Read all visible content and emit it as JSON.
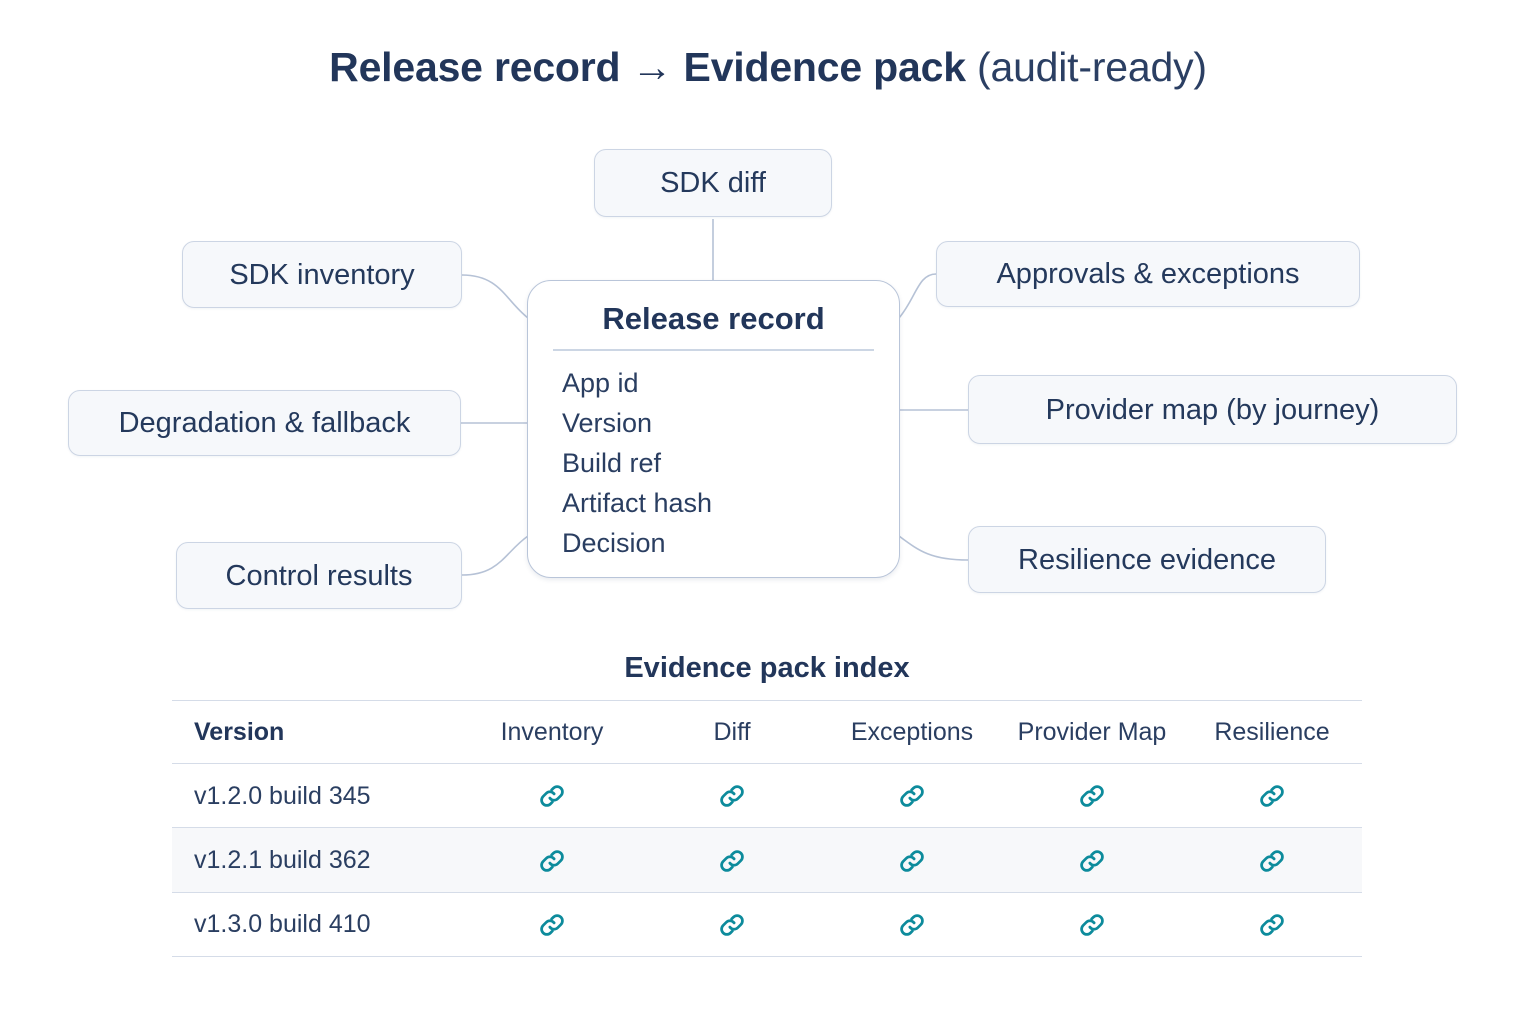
{
  "title": {
    "main": "Release record → Evidence pack ",
    "suffix": "(audit-ready)"
  },
  "colors": {
    "text_navy": "#24395c",
    "heading_navy": "#22365a",
    "node_fill": "#f6f8fb",
    "node_border": "#ccd5e4",
    "card_border": "#b9c5d9",
    "edge": "#b6c2d6",
    "link_teal": "#0d8b9c",
    "row_stripe": "#f7f8fa",
    "rule": "#d5dce8",
    "background": "#ffffff"
  },
  "diagram": {
    "center": {
      "title": "Release record",
      "fields": [
        "App id",
        "Version",
        "Build ref",
        "Artifact hash",
        "Decision"
      ]
    },
    "nodes": {
      "top": "SDK diff",
      "left": [
        "SDK inventory",
        "Degradation & fallback",
        "Control results"
      ],
      "right": [
        "Approvals & exceptions",
        "Provider map (by journey)",
        "Resilience evidence"
      ]
    }
  },
  "table": {
    "title": "Evidence pack index",
    "columns": [
      "Version",
      "Inventory",
      "Diff",
      "Exceptions",
      "Provider Map",
      "Resilience"
    ],
    "link_icon": "link-icon",
    "rows": [
      {
        "version": "v1.2.0 build 345",
        "inventory": "link-icon",
        "diff": "link-icon",
        "exceptions": "link-icon",
        "provider_map": "link-icon",
        "resilience": "link-icon"
      },
      {
        "version": "v1.2.1 build 362",
        "inventory": "link-icon",
        "diff": "link-icon",
        "exceptions": "link-icon",
        "provider_map": "link-icon",
        "resilience": "link-icon"
      },
      {
        "version": "v1.3.0 build 410",
        "inventory": "link-icon",
        "diff": "link-icon",
        "exceptions": "link-icon",
        "provider_map": "link-icon",
        "resilience": "link-icon"
      }
    ]
  }
}
